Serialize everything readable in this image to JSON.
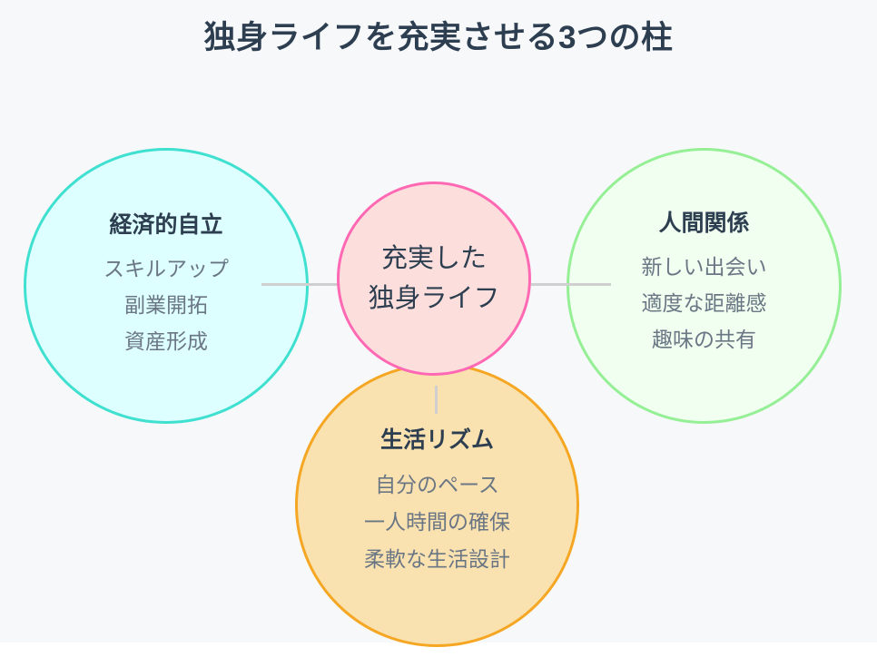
{
  "page": {
    "title": "独身ライフを充実させる3つの柱",
    "background_color": "#f7f8fa",
    "text_color": "#2c3e50",
    "muted_text_color": "#6b7685",
    "connector_color": "#cfcfcf"
  },
  "center": {
    "name": "充実した独身ライフ",
    "line1": "充実した",
    "line2": "独身ライフ",
    "fill_color": "#fcdfdc",
    "border_color": "#ff69b4"
  },
  "pillars": [
    {
      "title": "経済的自立",
      "items": [
        "スキルアップ",
        "副業開拓",
        "資産形成"
      ],
      "fill_color": "#ddffff",
      "border_color": "#40e0d0"
    },
    {
      "title": "人間関係",
      "items": [
        "新しい出会い",
        "適度な距離感",
        "趣味の共有"
      ],
      "fill_color": "#f0fff0",
      "border_color": "#90ee90"
    },
    {
      "title": "生活リズム",
      "items": [
        "自分のペース",
        "一人時間の確保",
        "柔軟な生活設計"
      ],
      "fill_color": "#fae2b0",
      "border_color": "#f5a623"
    }
  ]
}
